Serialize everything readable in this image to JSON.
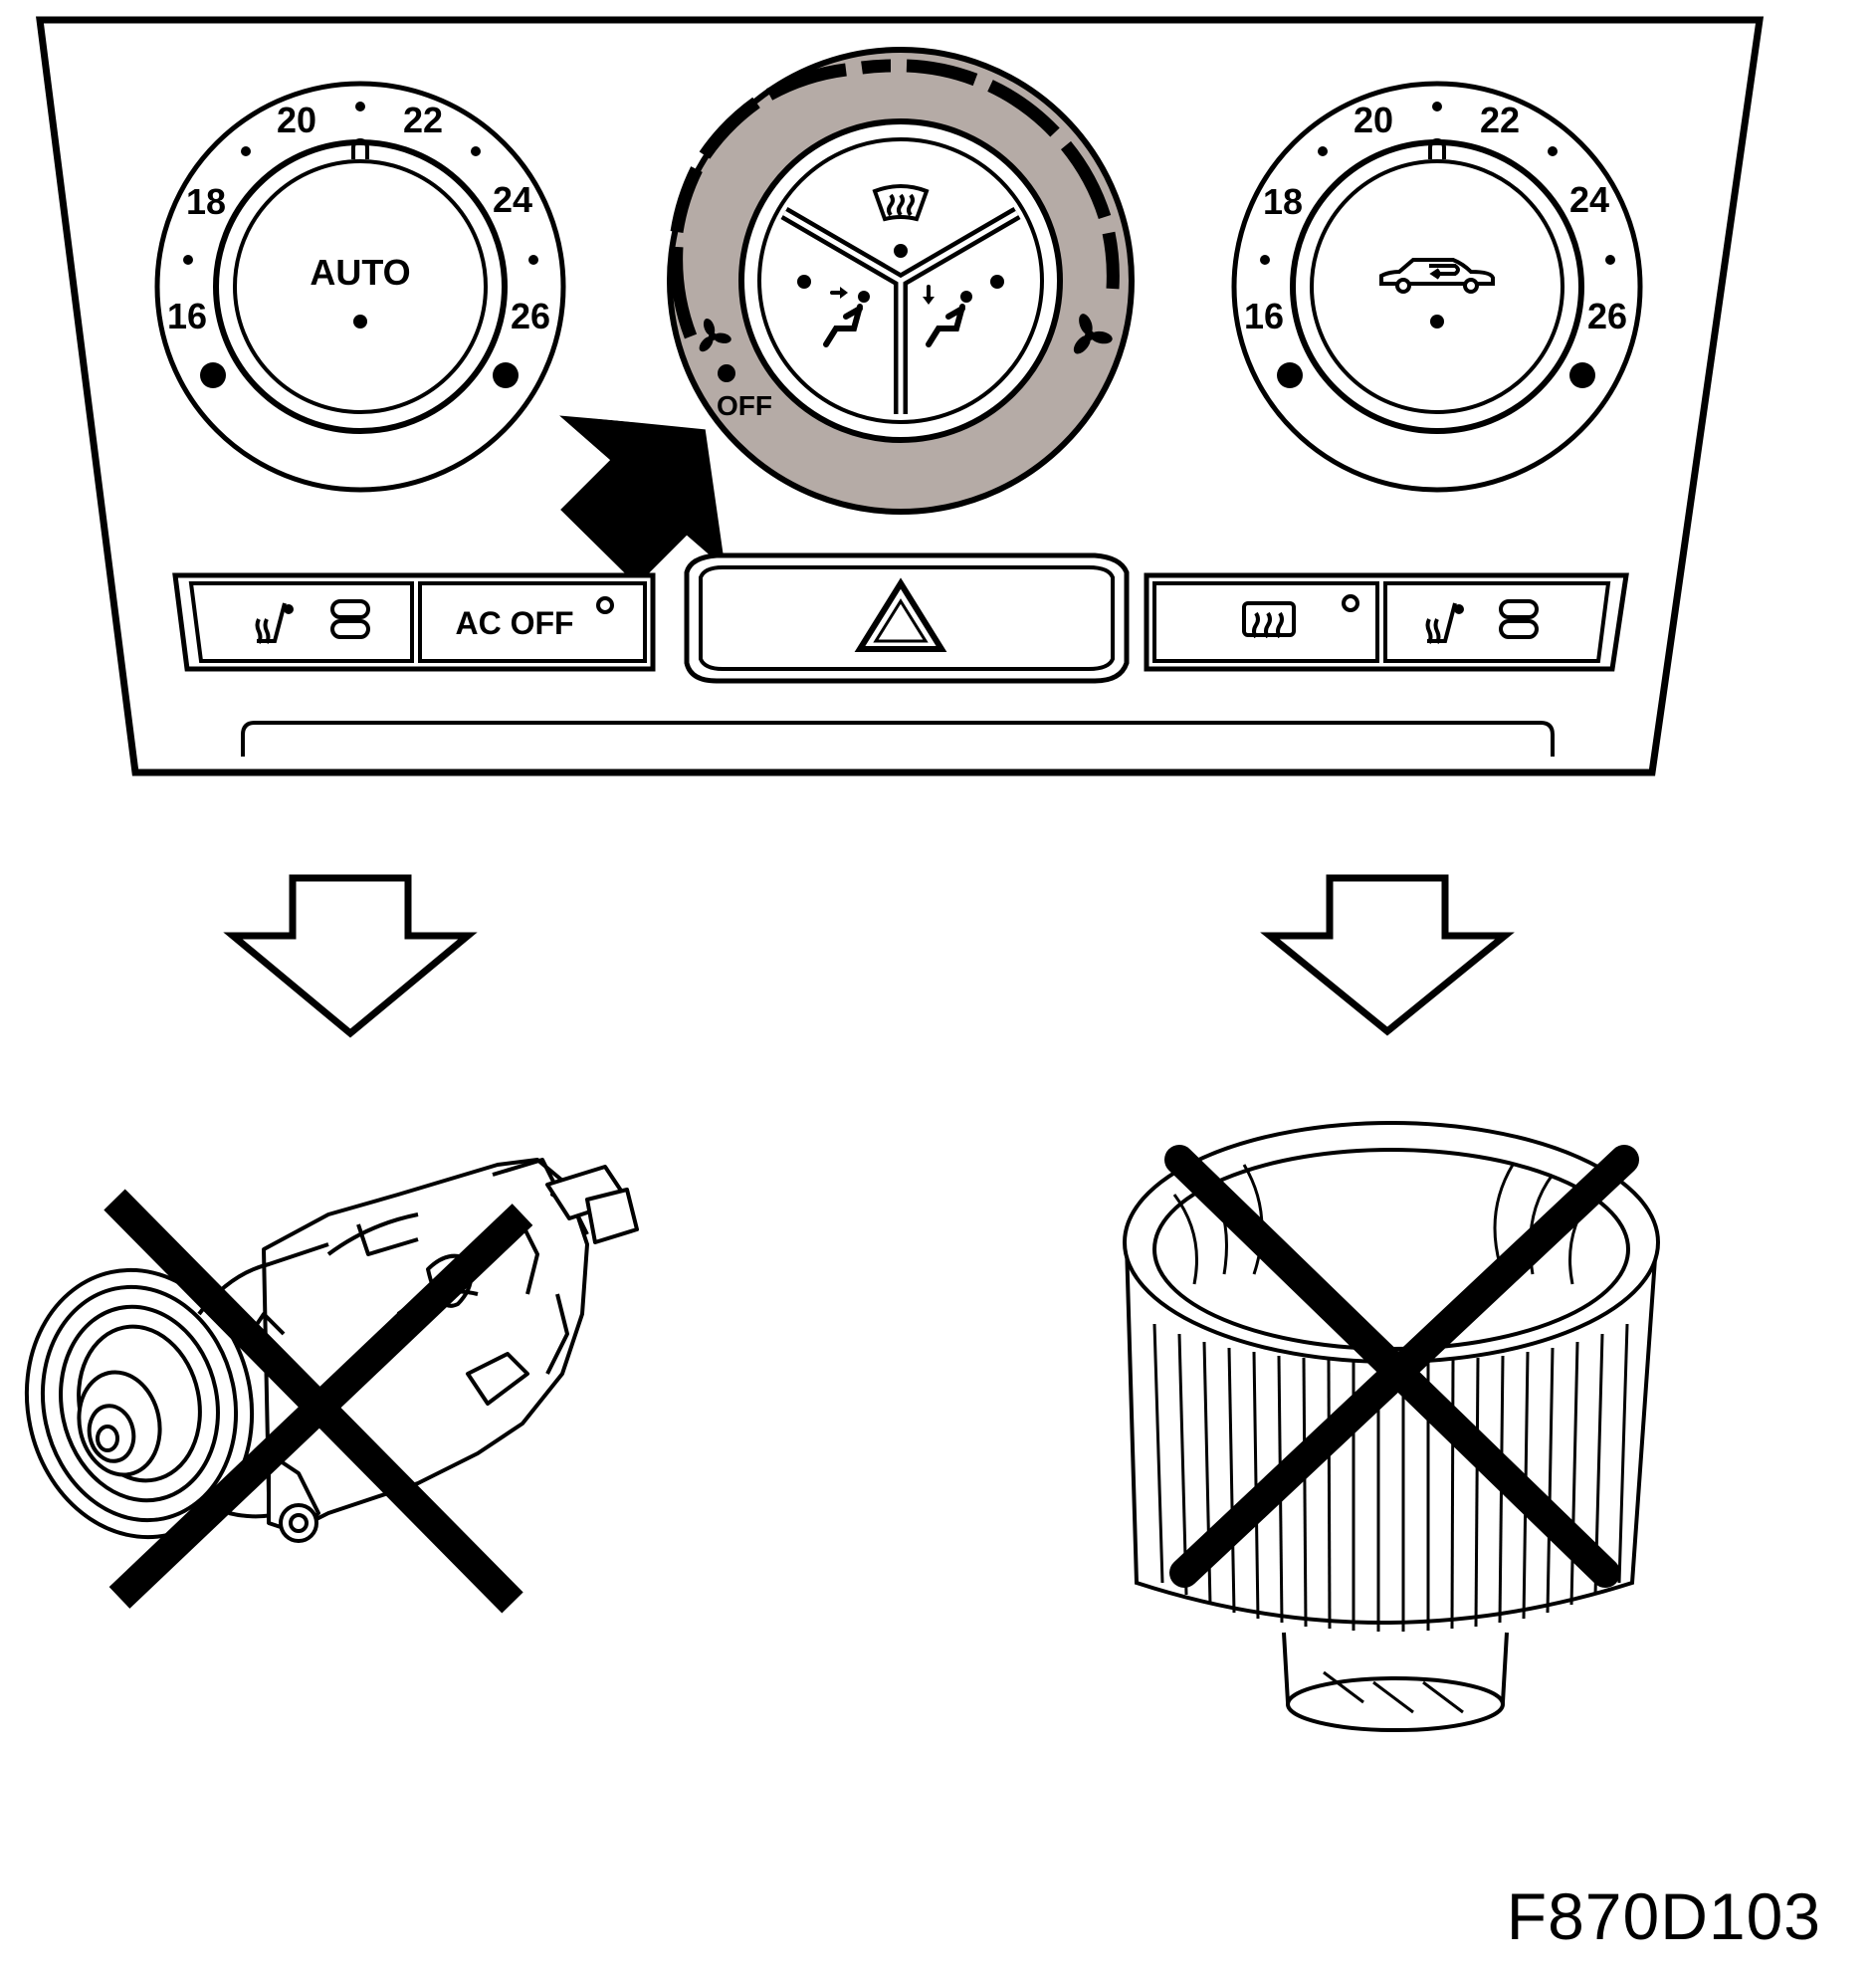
{
  "left_dial": {
    "temps": [
      "16",
      "18",
      "20",
      "22",
      "24",
      "26"
    ],
    "center_label": "AUTO"
  },
  "right_dial": {
    "temps": [
      "16",
      "18",
      "20",
      "22",
      "24",
      "26"
    ],
    "center_icon": "car-recirculation-icon"
  },
  "fan_dial": {
    "off_label": "OFF",
    "highlight_color": "#b5aba6",
    "icons": [
      "windshield-defrost-icon",
      "face-vent-icon",
      "foot-vent-icon",
      "fan-low-icon",
      "fan-high-icon"
    ]
  },
  "buttons": {
    "ac_off_label": "AC OFF",
    "left_seat_heat_icon": "seat-heat-icon",
    "hazard_icon": "hazard-triangle-icon",
    "rear_defrost_icon": "rear-window-defrost-icon",
    "right_seat_heat_icon": "seat-heat-icon"
  },
  "components": {
    "left": "ac-compressor",
    "right": "blower-fan",
    "status": "crossed-out"
  },
  "figure_code": "F870D103"
}
